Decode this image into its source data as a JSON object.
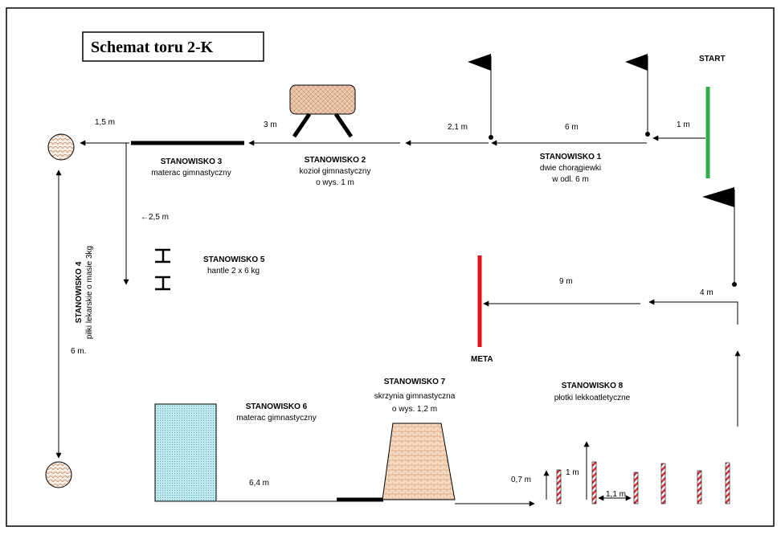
{
  "title": "Schemat toru 2-K",
  "start_label": "START",
  "finish_label": "META",
  "stations": [
    {
      "id": 1,
      "title": "STANOWISKO 1",
      "lines": [
        "dwie chorągiewki",
        "w odl. 6 m"
      ]
    },
    {
      "id": 2,
      "title": "STANOWISKO 2",
      "lines": [
        "kozioł gimnastyczny",
        "o wys. 1 m"
      ]
    },
    {
      "id": 3,
      "title": "STANOWISKO 3",
      "lines": [
        "materac gimnastyczny"
      ]
    },
    {
      "id": 4,
      "title": "STANOWISKO 4",
      "lines": [
        "piłki lekarskie o masie 3kg"
      ]
    },
    {
      "id": 5,
      "title": "STANOWISKO 5",
      "lines": [
        "hantle 2 x 6 kg"
      ]
    },
    {
      "id": 6,
      "title": "STANOWISKO 6",
      "lines": [
        "materac gimnastyczny"
      ]
    },
    {
      "id": 7,
      "title": "STANOWISKO 7",
      "lines": [
        "skrzynia gimnastyczna",
        "o wys. 1,2 m"
      ]
    },
    {
      "id": 8,
      "title": "STANOWISKO 8",
      "lines": [
        "płotki lekkoatletyczne"
      ]
    }
  ],
  "distances": {
    "start_to_flag": "1 m",
    "flag_to_flag": "6 m",
    "flag_to_horse": "2,1 m",
    "horse_to_mat": "3 m",
    "mat_to_ball": "1,5 m",
    "down_run": "←2,5 m",
    "ball_to_ball": "6 m.",
    "mat6_to_box": "6,4 m",
    "box_to_hurdles": "0,7 m",
    "hurdle_height": "1 m",
    "hurdle_spacing": "1,1 m",
    "right_turn": "4 m",
    "to_finish": "9 m"
  },
  "colors": {
    "start_line": "#2fae48",
    "finish_line": "#e3121c",
    "mat6_fill": "#b9e8ef",
    "box_fill": "#f3d2b4",
    "horse_fill": "#e9c7ad",
    "hurdle_stripe": "#d6313a"
  },
  "icons": [
    "flag-icon",
    "medicine-ball-icon",
    "dumbbell-icon",
    "hurdle-icon"
  ]
}
